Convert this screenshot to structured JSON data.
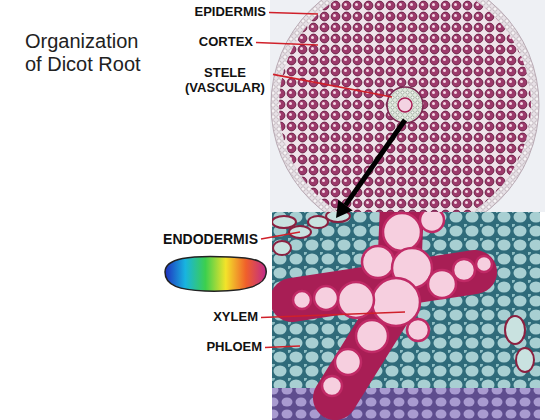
{
  "diagram": {
    "title": "Organization of Dicot Root",
    "labels": [
      "EPIDERMIS",
      "CORTEX",
      "STELE (VASCULAR)",
      "ENDODERMIS",
      "XYLEM",
      "PHLOEM"
    ]
  }
}
